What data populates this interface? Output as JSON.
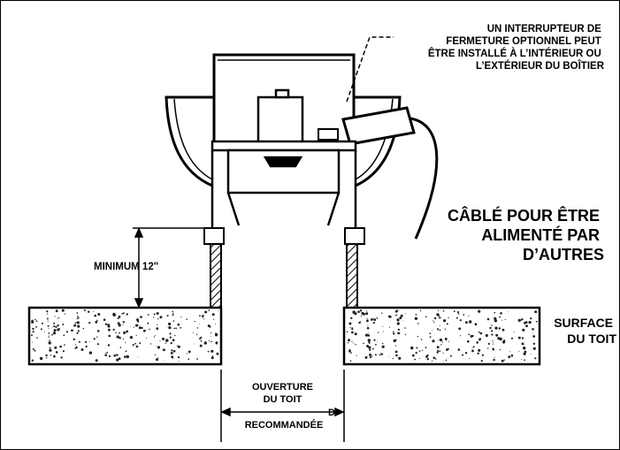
{
  "labels": {
    "switch_note": [
      "UN INTERRUPTEUR DE",
      "FERMETURE OPTIONNEL PEUT",
      "ÊTRE INSTALLÉ À L’INTÉRIEUR OU",
      "L’EXTÉRIEUR DU BOÎTIER"
    ],
    "wiring_note": [
      "CÂBLÉ POUR ÊTRE",
      "ALIMENTÉ PAR",
      "D’AUTRES"
    ],
    "minimum_height": "MINIMUM 12\"",
    "roof_surface": [
      "SURFACE",
      "DU TOIT"
    ],
    "roof_opening": [
      "OUVERTURE",
      "DU TOIT",
      "RECOMMANDÉE"
    ],
    "dimension_letter": "D"
  },
  "colors": {
    "ink": "#000000",
    "background": "#ffffff",
    "concrete_speckle": "#222222"
  }
}
